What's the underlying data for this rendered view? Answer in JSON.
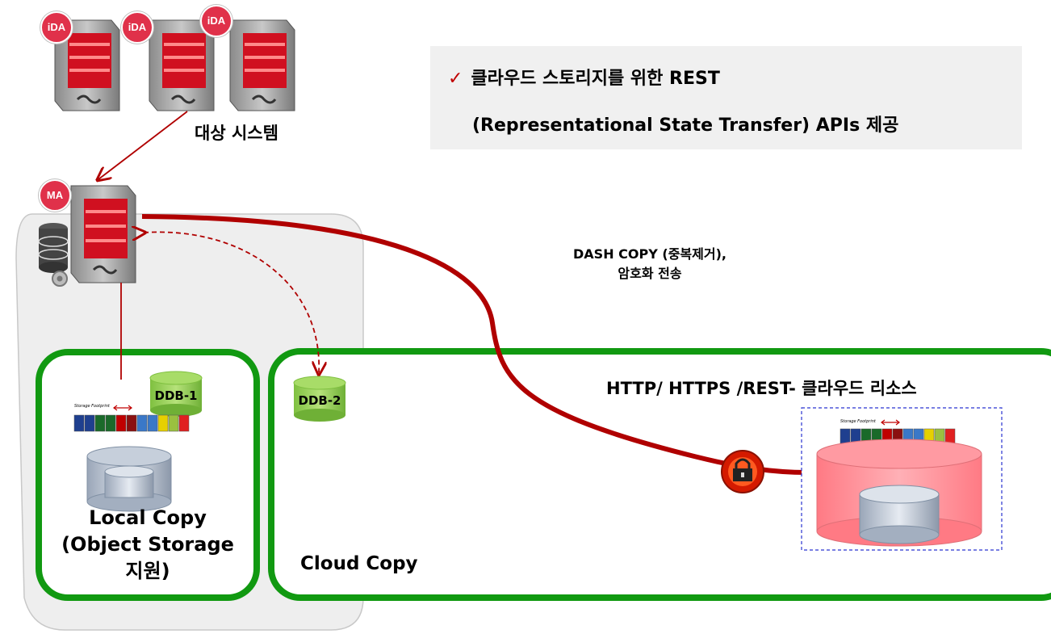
{
  "callout": {
    "check_mark": "✓",
    "line1": "클라우드 스토리지를 위한 REST",
    "line2": "(Representational State Transfer) APIs 제공"
  },
  "servers": {
    "ida_badges": [
      "iDA",
      "iDA",
      "iDA"
    ],
    "label": "대상 시스템",
    "ma_badge": "MA"
  },
  "transfer": {
    "line1": "DASH COPY (중복제거),",
    "line2": "암호화 전송"
  },
  "local": {
    "ddb": "DDB-1",
    "footprint": "Storage Footprint",
    "title": [
      "Local Copy",
      "(Object Storage",
      "지원)"
    ]
  },
  "cloud": {
    "ddb": "DDB-2",
    "header": "HTTP/ HTTPS /REST- 클라우드 리소스",
    "footprint": "Storage Footprint",
    "title": "Cloud Copy"
  },
  "colors": {
    "green_border": "#119911",
    "arrow_red": "#b00000",
    "badge_red": "#e0314a",
    "cloud_pink": "#ff8a92",
    "ddb_green": "#8fd050"
  },
  "footprint_blocks": [
    "#1f3f8f",
    "#1f3f8f",
    "#1a6a2a",
    "#1a6a2a",
    "#c00000",
    "#8a1010",
    "#3a78c8",
    "#3a78c8",
    "#e6d000",
    "#9ac040",
    "#e02020"
  ]
}
